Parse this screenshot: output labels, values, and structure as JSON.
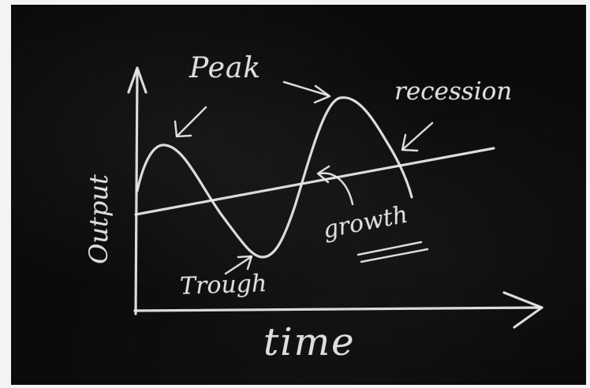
{
  "labels": {
    "peak": "Peak",
    "recession": "recession",
    "growth": "growth",
    "trough": "Trough",
    "time": "time",
    "output": "Output"
  },
  "colors": {
    "board": "#0b0b0b",
    "chalk": "#ededed",
    "border": "#f4f4f4"
  }
}
